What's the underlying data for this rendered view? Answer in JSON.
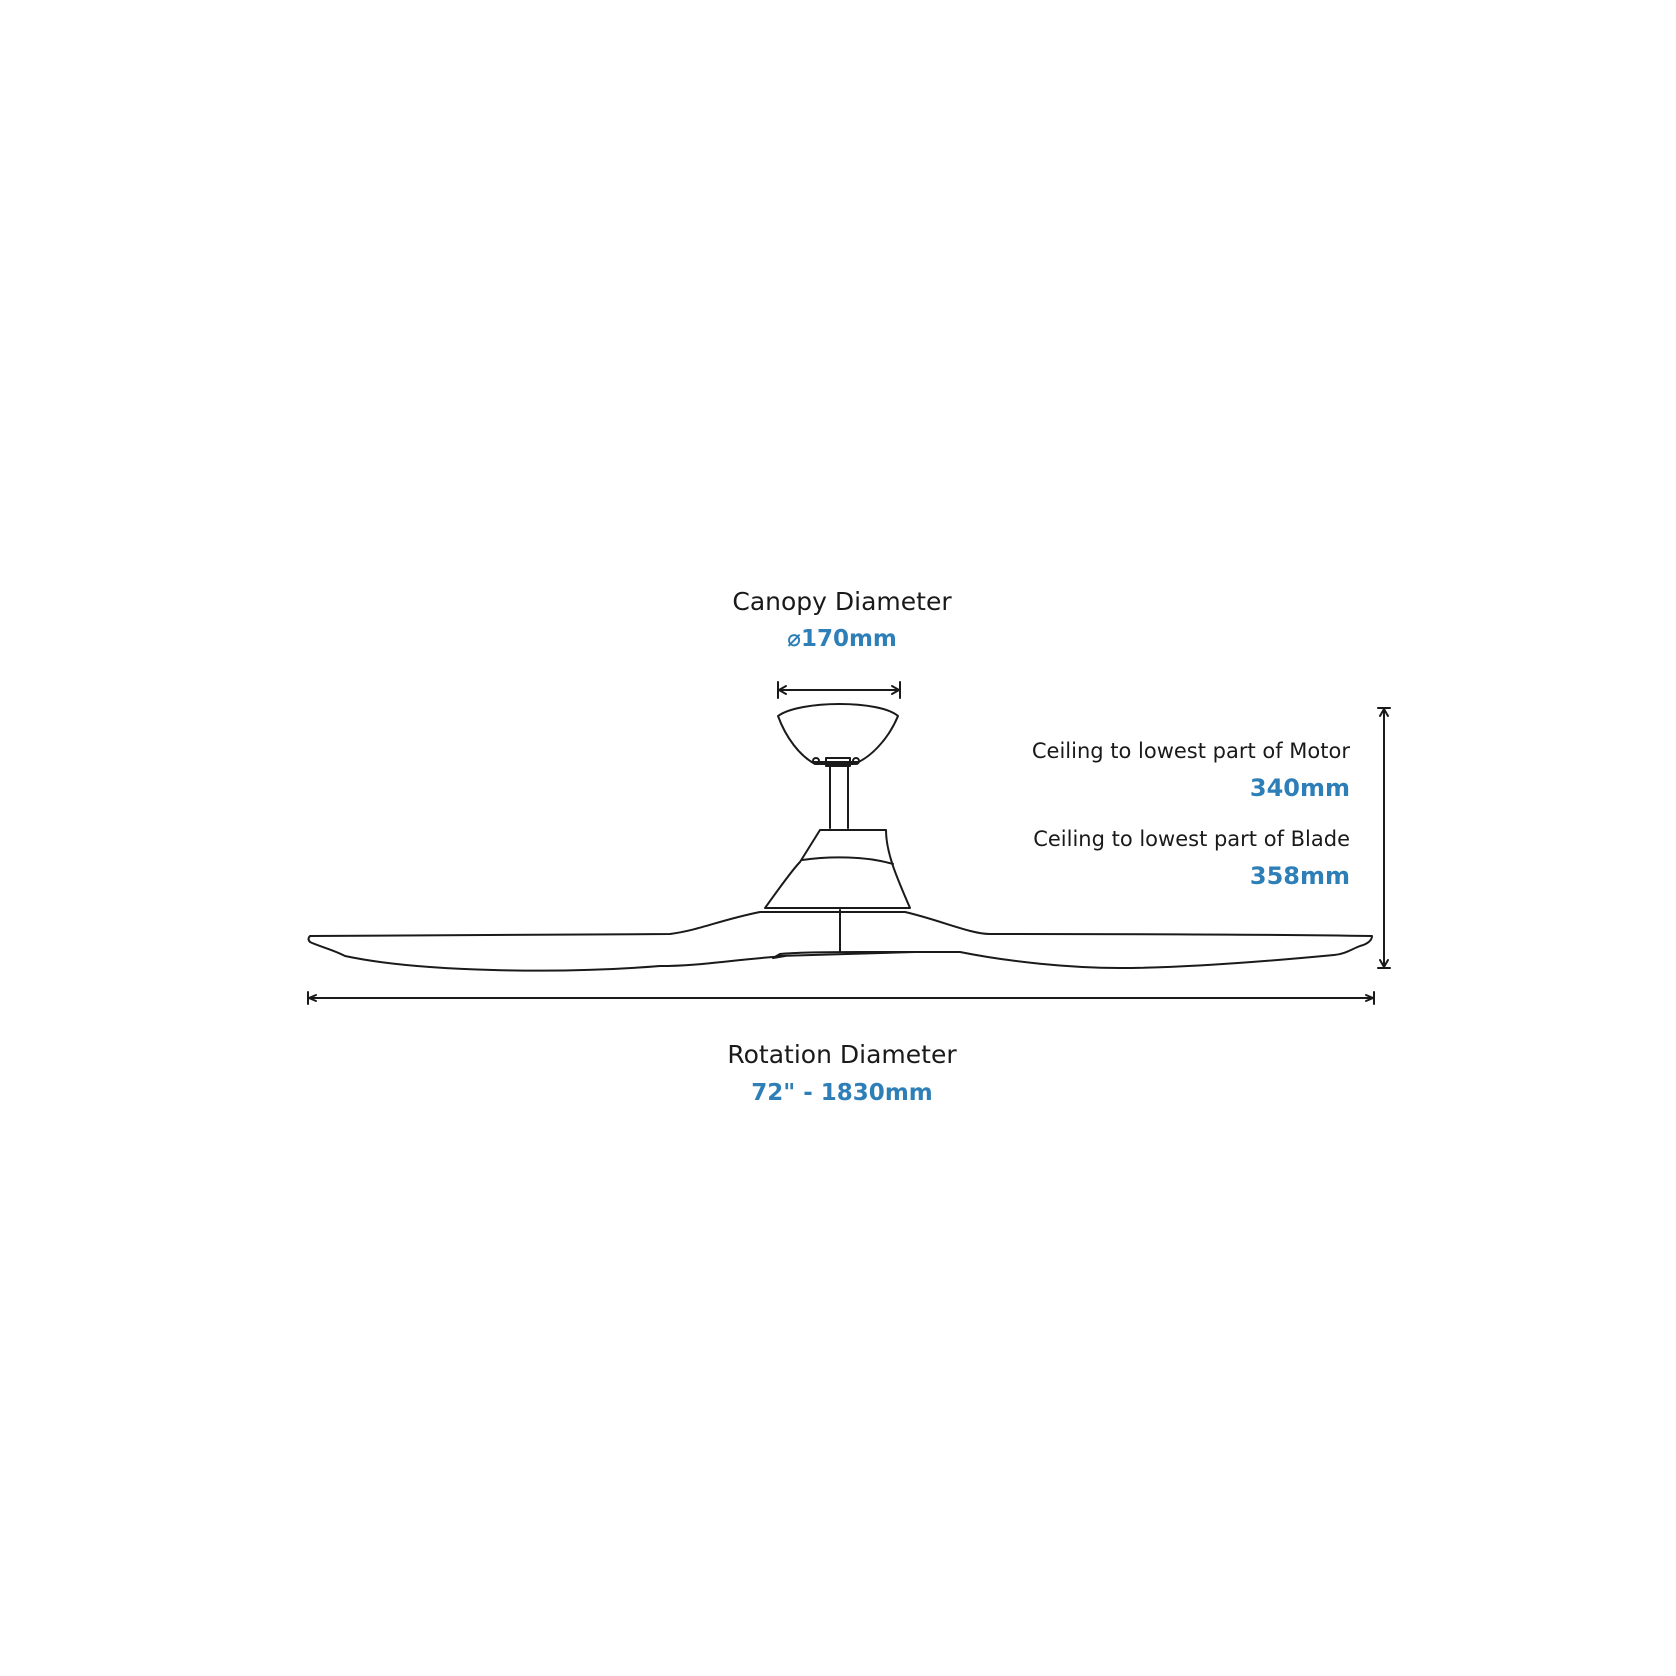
{
  "colors": {
    "background": "#ffffff",
    "line": "#1a1a1a",
    "accent": "#2e7fb8"
  },
  "canopy": {
    "title": "Canopy Diameter",
    "value": "⌀170mm"
  },
  "motor_height": {
    "title": "Ceiling to lowest part of Motor",
    "value": "340mm"
  },
  "blade_height": {
    "title": "Ceiling to lowest part of Blade",
    "value": "358mm"
  },
  "rotation": {
    "title": "Rotation Diameter",
    "value": "72\" - 1830mm"
  }
}
